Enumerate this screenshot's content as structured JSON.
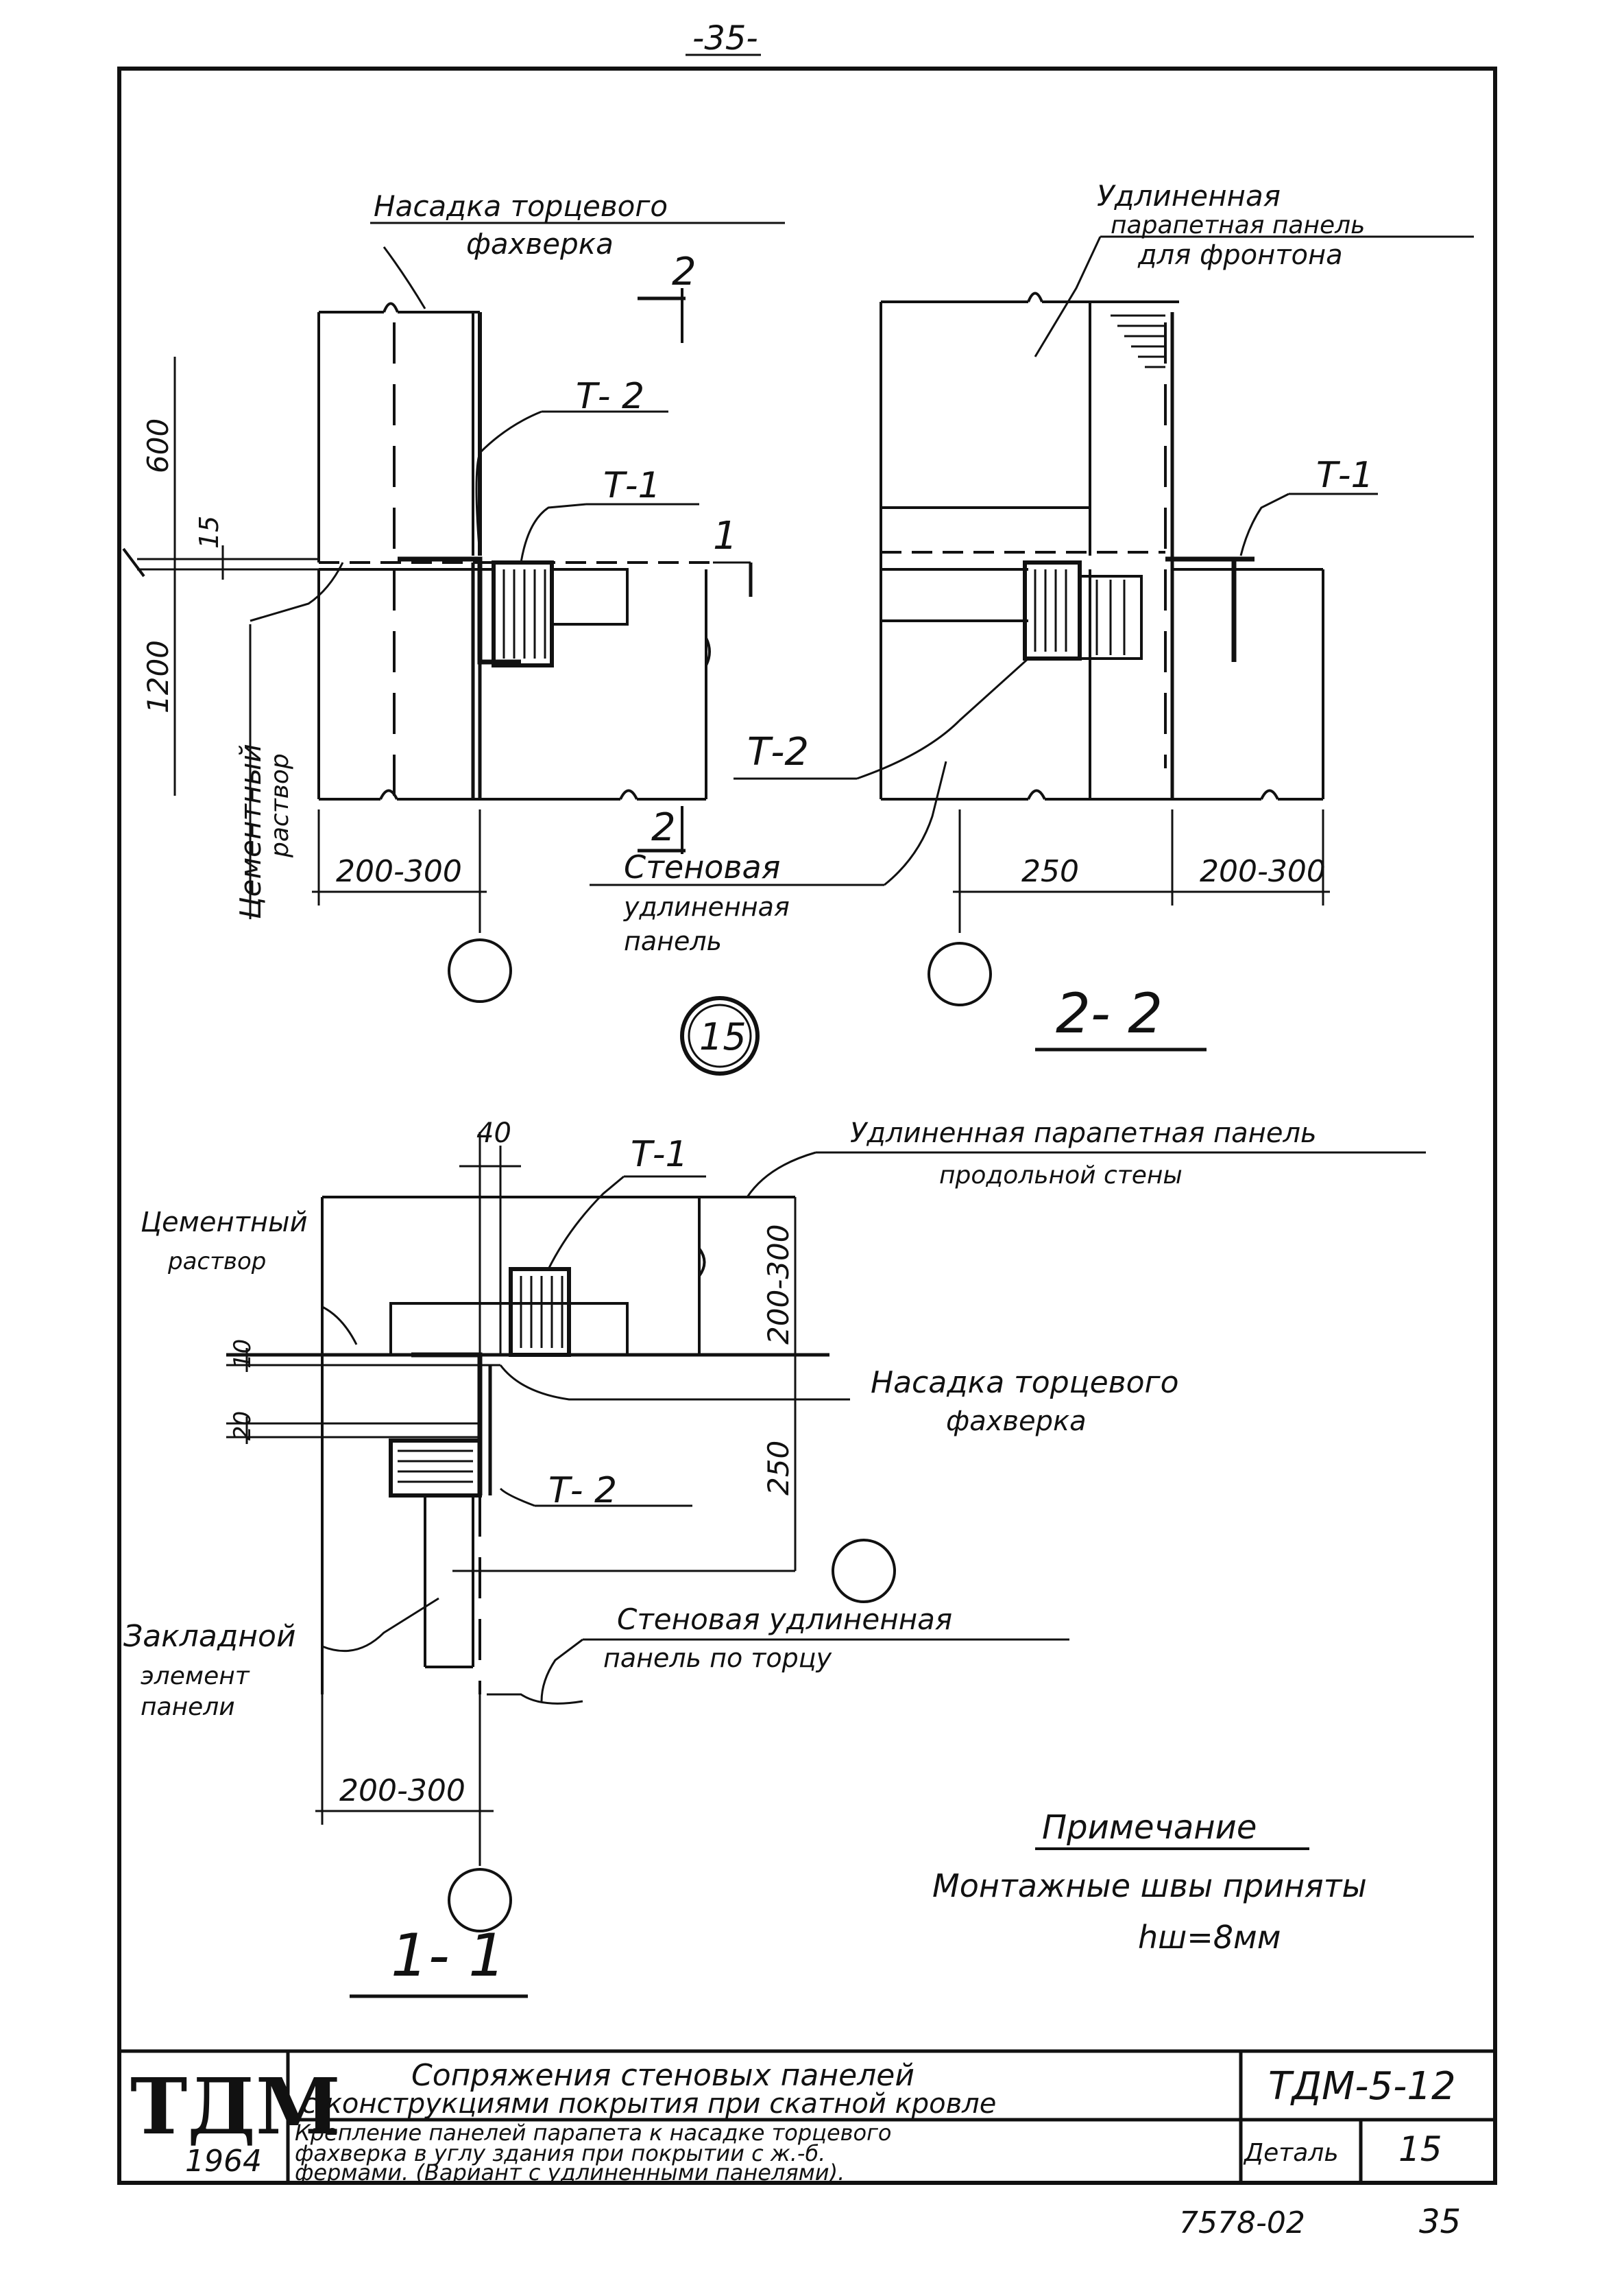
{
  "page_number_top": "-35-",
  "detail_number": "15",
  "section_2_2": "2- 2",
  "section_1_1": "1- 1",
  "upper_left": {
    "cap_label_1": "Насадка торцевого",
    "cap_label_2": "фахверка",
    "cut_mark_top": "2",
    "cut_mark_bottom": "2",
    "cut_mark_right": "1",
    "t2": "Т- 2",
    "t1": "Т-1",
    "dim_600": "600",
    "dim_15": "15",
    "dim_1200": "1200",
    "mortar_1": "Цементный",
    "mortar_2": "раствор",
    "dim_200_300": "200-300"
  },
  "upper_right": {
    "panel_label_1": "Удлиненная",
    "panel_label_2": "парапетная панель",
    "panel_label_3": "для фронтона",
    "t1": "Т-1",
    "t2": "Т-2",
    "dim_250": "250",
    "dim_200_300": "200-300"
  },
  "wall_panel": {
    "line1": "Стеновая",
    "line2": "удлиненная",
    "line3": "панель"
  },
  "lower": {
    "dim_40": "40",
    "t1": "Т-1",
    "t2": "Т- 2",
    "parapet_1": "Удлиненная парапетная панель",
    "parapet_2": "продольной стены",
    "mortar_1": "Цементный",
    "mortar_2": "раствор",
    "dim_10": "10",
    "dim_20": "20",
    "dim_200_300_v": "200-300",
    "dim_250": "250",
    "cap_1": "Насадка торцевого",
    "cap_2": "фахверка",
    "wall_1": "Стеновая удлиненная",
    "wall_2": "панель по торцу",
    "embed_1": "Закладной",
    "embed_2": "элемент",
    "embed_3": "панели",
    "dim_200_300": "200-300"
  },
  "note": {
    "title": "Примечание",
    "text": "Монтажные швы приняты",
    "formula": "hш=8мм"
  },
  "title_block": {
    "org": "ТДМ",
    "year": "1964",
    "title_1": "Сопряжения стеновых панелей",
    "title_2": "с конструкциями покрытия при скатной кровле",
    "code": "ТДМ-5-12",
    "desc_1": "Крепление панелей парапета к насадке торцевого",
    "desc_2": "фахверка в углу здания при покрытии с ж.-б.",
    "desc_3": "фермами. (Вариант с удлиненными панелями).",
    "detail_label": "Деталь",
    "detail_no": "15"
  },
  "footer": {
    "number": "7578-02",
    "page": "35"
  }
}
